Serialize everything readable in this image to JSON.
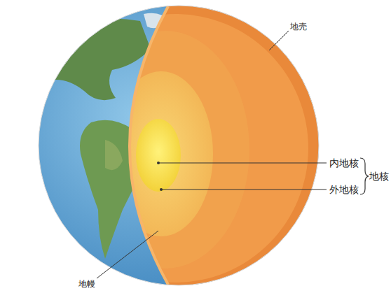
{
  "diagram": {
    "labels": [
      "地壳",
      "内地核",
      "外地核",
      "地核",
      "地幔"
    ]
  }
}
